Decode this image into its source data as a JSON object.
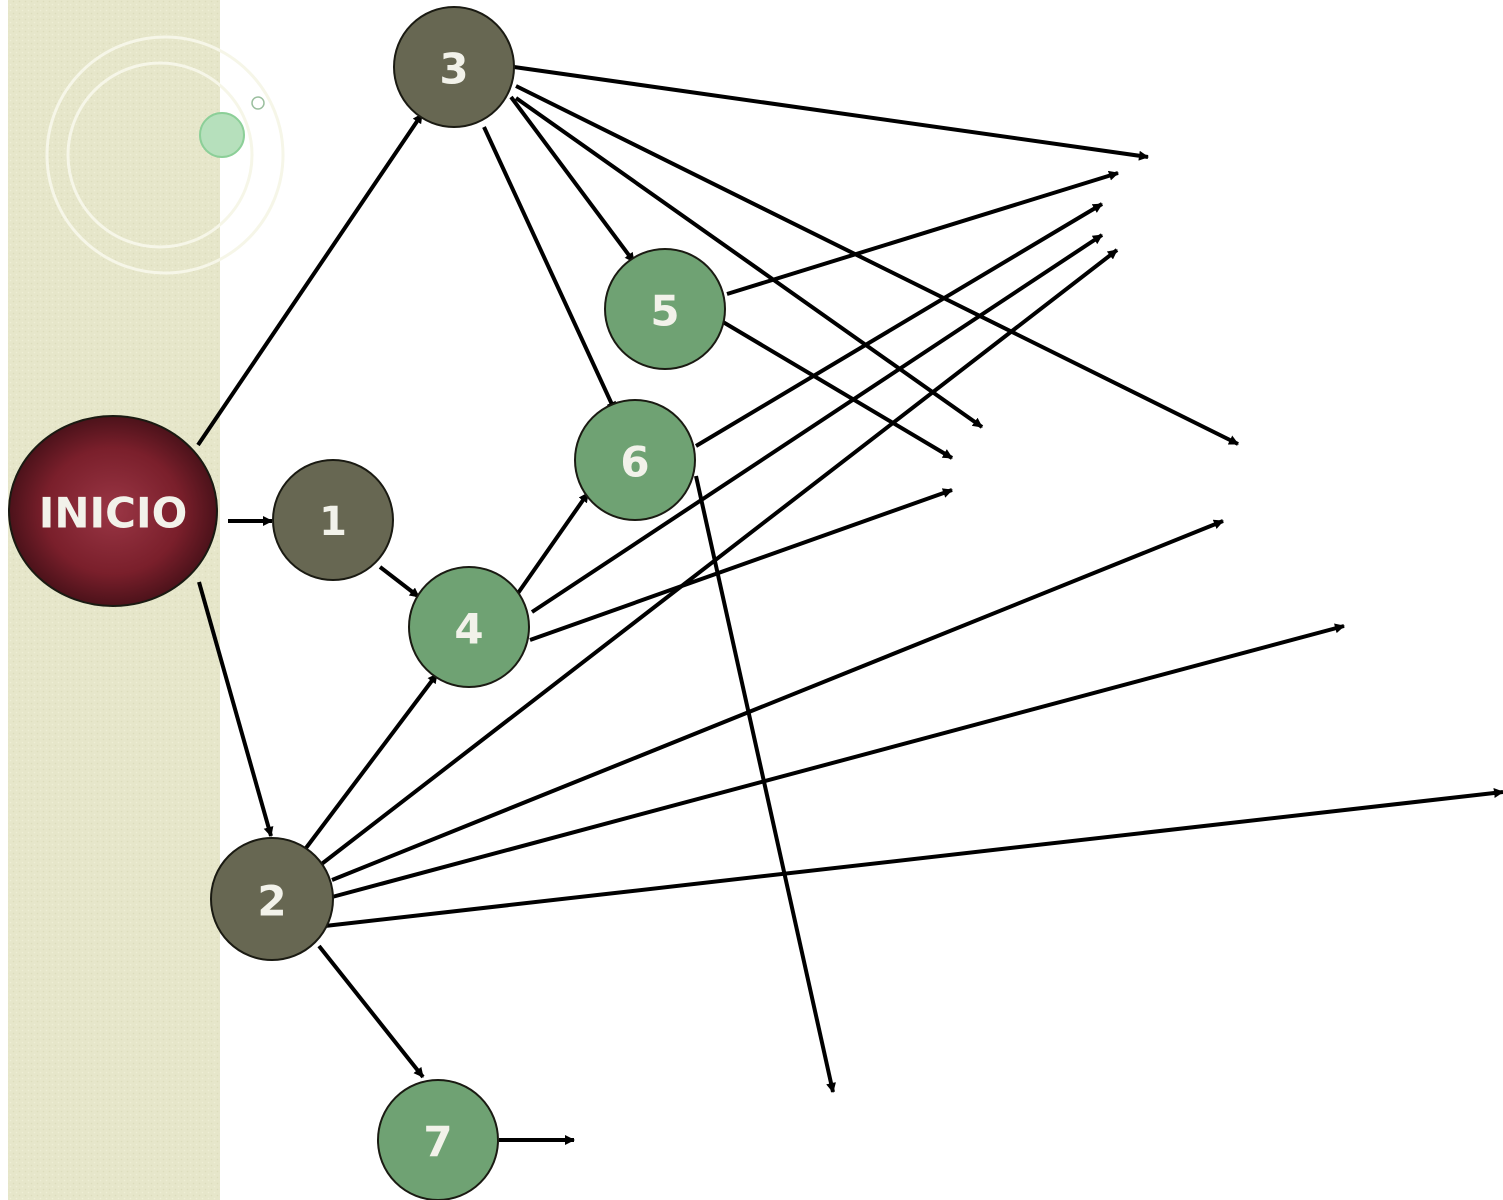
{
  "diagram": {
    "colors": {
      "side_band": "#e6e6ca",
      "start_node": "#7a1f2b",
      "dark_node": "#676752",
      "light_node": "#6fa273",
      "edge": "#000000"
    },
    "nodes": [
      {
        "id": "inicio",
        "label": "INICIO",
        "style": "start"
      },
      {
        "id": "n1",
        "label": "1",
        "style": "dark"
      },
      {
        "id": "n2",
        "label": "2",
        "style": "dark"
      },
      {
        "id": "n3",
        "label": "3",
        "style": "dark"
      },
      {
        "id": "n4",
        "label": "4",
        "style": "light"
      },
      {
        "id": "n5",
        "label": "5",
        "style": "light"
      },
      {
        "id": "n6",
        "label": "6",
        "style": "light"
      },
      {
        "id": "n7",
        "label": "7",
        "style": "light"
      }
    ],
    "edges": [
      {
        "from": "inicio",
        "to": "n3"
      },
      {
        "from": "inicio",
        "to": "n1"
      },
      {
        "from": "inicio",
        "to": "n2"
      },
      {
        "from": "n1",
        "to": "n4"
      },
      {
        "from": "n2",
        "to": "n4"
      },
      {
        "from": "n2",
        "to": "n7"
      },
      {
        "from": "n3",
        "to": "n5"
      },
      {
        "from": "n3",
        "to": "n6"
      },
      {
        "from": "n4",
        "to": "n6"
      }
    ],
    "open_arrows": [
      {
        "from": "n3",
        "to": "unlabeled"
      },
      {
        "from": "n3",
        "to": "unlabeled"
      },
      {
        "from": "n3",
        "to": "unlabeled"
      },
      {
        "from": "n5",
        "to": "unlabeled"
      },
      {
        "from": "n5",
        "to": "unlabeled"
      },
      {
        "from": "n6",
        "to": "unlabeled"
      },
      {
        "from": "n6",
        "to": "unlabeled"
      },
      {
        "from": "n4",
        "to": "unlabeled"
      },
      {
        "from": "n4",
        "to": "unlabeled"
      },
      {
        "from": "n2",
        "to": "unlabeled"
      },
      {
        "from": "n2",
        "to": "unlabeled"
      },
      {
        "from": "n2",
        "to": "unlabeled"
      },
      {
        "from": "n2",
        "to": "unlabeled"
      },
      {
        "from": "n7",
        "to": "unlabeled"
      }
    ]
  }
}
